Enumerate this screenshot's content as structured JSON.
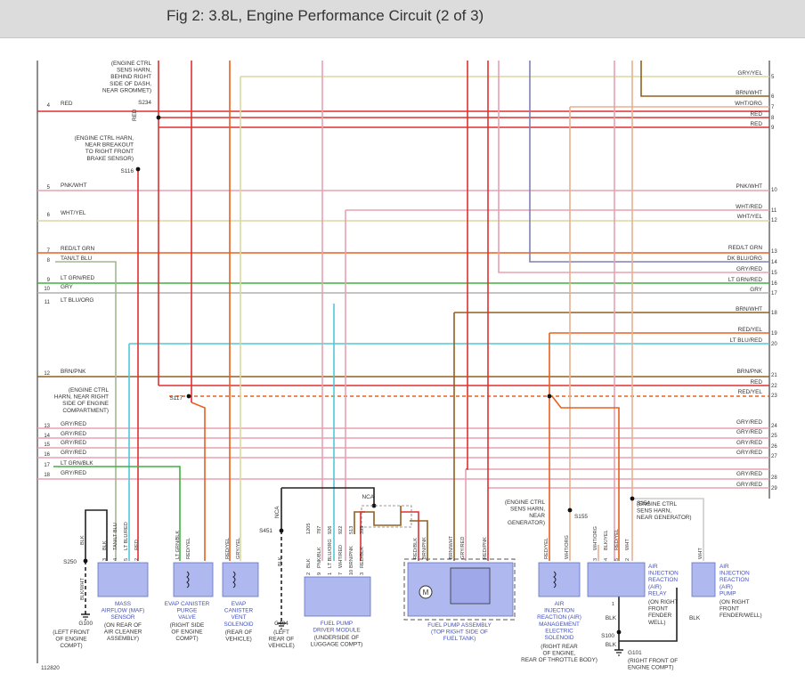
{
  "header": {
    "title": "Fig 2: 3.8L, Engine Performance Circuit (2 of 3)"
  },
  "diagram_id": "112820",
  "colors": {
    "red": "#e03030",
    "pink": "#e8a0b0",
    "yellow": "#d8d8a0",
    "orange": "#e86020",
    "tan": "#a0b890",
    "green": "#40b040",
    "gray": "#b0b0b0",
    "ltblue": "#50c8d8",
    "brown": "#906020",
    "violet": "#8080b0",
    "black": "#222222",
    "component": "#b0b8f0"
  },
  "left_pins": [
    {
      "num": "4",
      "label": "RED"
    },
    {
      "num": "5",
      "label": "PNK/WHT"
    },
    {
      "num": "6",
      "label": "WHT/YEL"
    },
    {
      "num": "7",
      "label": "RED/LT GRN"
    },
    {
      "num": "8",
      "label": "TAN/LT BLU"
    },
    {
      "num": "9",
      "label": "LT GRN/RED"
    },
    {
      "num": "10",
      "label": "GRY"
    },
    {
      "num": "11",
      "label": "LT BLU/ORG"
    },
    {
      "num": "12",
      "label": "BRN/PNK"
    },
    {
      "num": "13",
      "label": "GRY/RED"
    },
    {
      "num": "14",
      "label": "GRY/RED"
    },
    {
      "num": "15",
      "label": "GRY/RED"
    },
    {
      "num": "16",
      "label": "GRY/RED"
    },
    {
      "num": "17",
      "label": "LT GRN/BLK"
    },
    {
      "num": "18",
      "label": "GRY/RED"
    }
  ],
  "right_pins": [
    {
      "num": "5",
      "label": "GRY/YEL"
    },
    {
      "num": "6",
      "label": "BRN/WHT"
    },
    {
      "num": "7",
      "label": "WHT/ORG"
    },
    {
      "num": "8",
      "label": "RED"
    },
    {
      "num": "9",
      "label": "RED"
    },
    {
      "num": "10",
      "label": "PNK/WHT"
    },
    {
      "num": "11",
      "label": "WHT/RED"
    },
    {
      "num": "12",
      "label": "WHT/YEL"
    },
    {
      "num": "13",
      "label": "RED/LT GRN"
    },
    {
      "num": "14",
      "label": "DK BLU/ORG"
    },
    {
      "num": "15",
      "label": "GRY/RED"
    },
    {
      "num": "16",
      "label": "LT GRN/RED"
    },
    {
      "num": "17",
      "label": "GRY"
    },
    {
      "num": "18",
      "label": "BRN/WHT"
    },
    {
      "num": "19",
      "label": "RED/YEL"
    },
    {
      "num": "20",
      "label": "LT BLU/RED"
    },
    {
      "num": "21",
      "label": "BRN/PNK"
    },
    {
      "num": "22",
      "label": "RED"
    },
    {
      "num": "23",
      "label": "RED/YEL"
    },
    {
      "num": "24",
      "label": "GRY/RED"
    },
    {
      "num": "25",
      "label": "GRY/RED"
    },
    {
      "num": "26",
      "label": "GRY/RED"
    },
    {
      "num": "27",
      "label": "GRY/RED"
    },
    {
      "num": "28",
      "label": "GRY/RED"
    },
    {
      "num": "29",
      "label": "GRY/RED"
    }
  ],
  "splices": {
    "s234": {
      "id": "S234",
      "note": [
        "(ENGINE CTRL",
        "SENS HARN,",
        "BEHIND RIGHT",
        "SIDE OF DASH,",
        "NEAR GROMMET)"
      ]
    },
    "s116": {
      "id": "S116",
      "note": [
        "(ENGINE CTRL HARN,",
        "NEAR BREAKOUT",
        "TO RIGHT FRONT",
        "BRAKE SENSOR)"
      ]
    },
    "s117": {
      "id": "S117",
      "note": [
        "(ENGINE CTRL",
        "HARN, NEAR RIGHT",
        "SIDE OF ENGINE",
        "COMPARTMENT)"
      ]
    },
    "s154": {
      "id": "S154",
      "note": [
        "(ENGINE CTRL",
        "SENS HARN,",
        "NEAR GENERATOR)"
      ]
    },
    "s155": {
      "id": "S155",
      "note": [
        "(ENGINE CTRL",
        "SENS HARN,",
        "NEAR",
        "GENERATOR)"
      ]
    },
    "s250": {
      "id": "S250"
    },
    "s451": {
      "id": "S451"
    },
    "s100": {
      "id": "S100"
    },
    "red_tag": "RED",
    "nca1": "NCA",
    "nca2": "NCA"
  },
  "grounds": {
    "g100": {
      "id": "G100",
      "note": [
        "(LEFT FRONT",
        "OF ENGINE",
        "COMPT)"
      ]
    },
    "g404": {
      "id": "G404",
      "note": [
        "(LEFT",
        "REAR OF",
        "VEHICLE)"
      ]
    },
    "g101": {
      "id": "G101",
      "note": [
        "(RIGHT FRONT OF",
        "ENGINE COMPT)"
      ]
    }
  },
  "components": {
    "maf": {
      "name": [
        "MASS",
        "AIRFLOW (MAF)",
        "SENSOR"
      ],
      "loc": [
        "(ON REAR OF",
        "AIR CLEANER",
        "ASSEMBLY)"
      ],
      "pins": [
        "3",
        "4",
        "5",
        "2"
      ],
      "wires": [
        "BLK",
        "TAN/LT BLU",
        "LT BLU/RED",
        "RED"
      ],
      "ground_wire": "BLK",
      "ground_wire2": "BLK/WHT"
    },
    "purge": {
      "name": [
        "EVAP CANISTER",
        "PURGE",
        "VALVE"
      ],
      "loc": [
        "(RIGHT SIDE",
        "OF ENGINE",
        "COMPT)"
      ],
      "wires": [
        "LT GRN/BLK",
        "RED/YEL"
      ]
    },
    "vent": {
      "name": [
        "EVAP",
        "CANISTER",
        "VENT",
        "SOLENOID"
      ],
      "loc": [
        "(REAR OF",
        "VEHICLE)"
      ],
      "wires": [
        "RED/YEL",
        "GRY/YEL"
      ]
    },
    "fpdm": {
      "name": [
        "FUEL PUMP",
        "DRIVER MODULE"
      ],
      "loc": [
        "(UNDERSIDE OF",
        "LUGGAGE COMPT)"
      ],
      "pins": [
        "2",
        "9",
        "1",
        "7",
        "10",
        "3"
      ],
      "circuits": [
        "BLK",
        "1205",
        "PNK/BLK",
        "787",
        "LT BLU/ORG",
        "926",
        "WHT/RED",
        "922",
        "BRN/PNK",
        "513",
        "RED/BLK",
        "395"
      ],
      "ground_wire": "BLK"
    },
    "pump": {
      "name": [
        "FUEL PUMP ASSEMBLY",
        "(TOP RIGHT SIDE OF",
        "FUEL TANK)"
      ],
      "wires": [
        "RED/BLK",
        "BRN/PNK",
        "BRN/WHT",
        "GRY/RED",
        "RED/PNK"
      ],
      "motor": "M"
    },
    "airsol": {
      "name": [
        "AIR",
        "INJECTION",
        "REACTION (AIR)",
        "MANAGEMENT",
        "ELECTRIC",
        "SOLENOID"
      ],
      "loc": [
        "(RIGHT REAR",
        "OF ENGINE,",
        "REAR OF THROTTLE BODY)"
      ],
      "wires": [
        "RED/YEL",
        "WHT/ORG"
      ]
    },
    "airrelay": {
      "name": [
        "AIR",
        "INJECTION",
        "REACTION",
        "(AIR)",
        "RELAY"
      ],
      "loc": [
        "(ON RIGHT",
        "FRONT",
        "FENDER",
        "WELL)"
      ],
      "pins": [
        "3",
        "4",
        "5",
        "2",
        "1"
      ],
      "wires": [
        "WHT/ORG",
        "BLK/YEL",
        "RED/YEL",
        "WHT"
      ],
      "ground_wire": "BLK"
    },
    "airpump": {
      "name": [
        "AIR",
        "INJECTION",
        "REACTION",
        "(AIR)",
        "PUMP"
      ],
      "loc": [
        "(ON RIGHT",
        "FRONT",
        "FENDER/WELL)"
      ],
      "wires": [
        "WHT"
      ],
      "ground_wire": "BLK"
    }
  }
}
